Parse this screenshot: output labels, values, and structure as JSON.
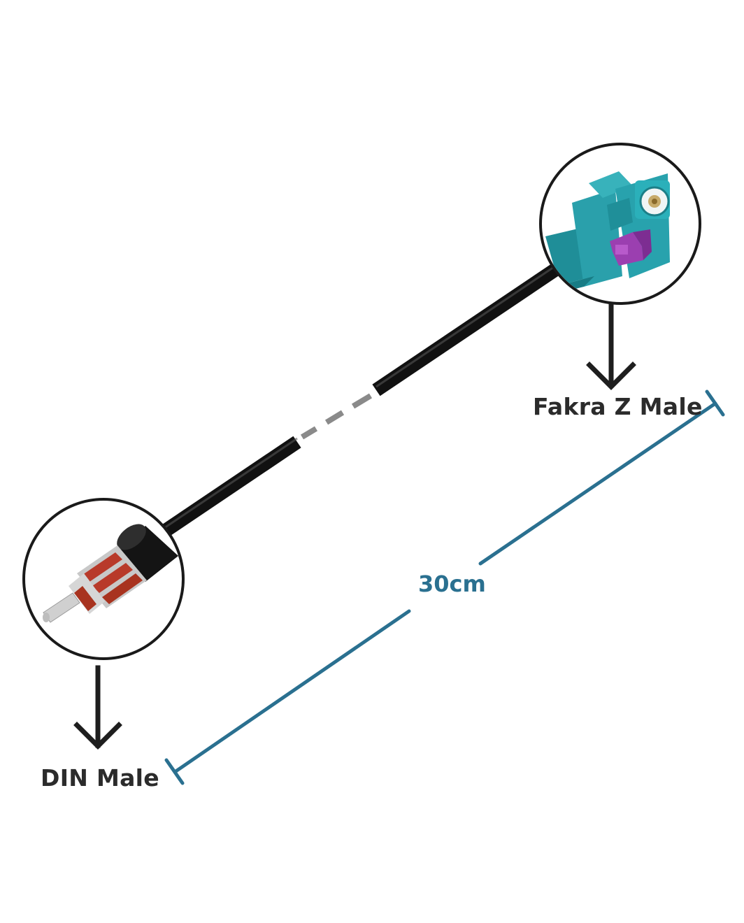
{
  "labels": {
    "fakra_connector": "Fakra Z Male",
    "din_connector": "DIN Male",
    "length": "30cm"
  },
  "colors": {
    "cable": "#111111",
    "fakra_body": "#2a9aa6",
    "fakra_latch": "#9b3fb0",
    "din_metal": "#c9c9c9",
    "din_red": "#b83a2a",
    "dimension_line": "#2a7090",
    "arrow": "#1e1e1e"
  },
  "icons": [
    "fakra-connector-icon",
    "din-connector-icon",
    "arrow-down-icon"
  ]
}
